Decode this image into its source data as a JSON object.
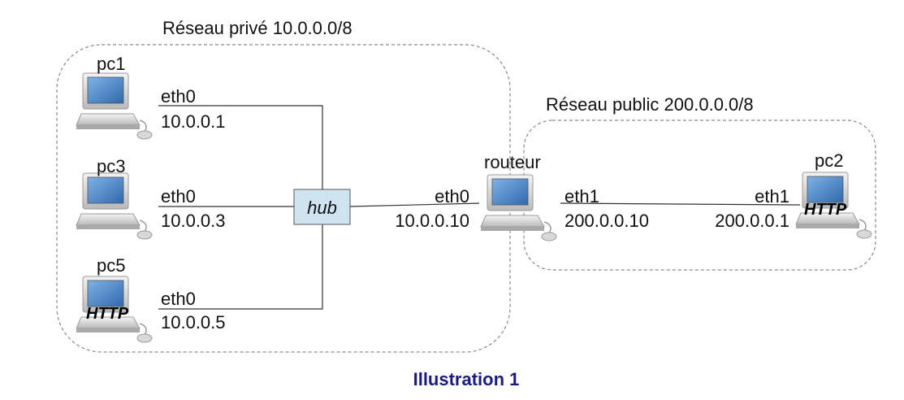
{
  "zones": {
    "private": {
      "label": "Réseau privé 10.0.0.0/8"
    },
    "public": {
      "label": "Réseau public 200.0.0.0/8"
    }
  },
  "hub": {
    "label": "hub"
  },
  "hosts": {
    "pc1": {
      "name": "pc1",
      "iface": "eth0",
      "ip": "10.0.0.1"
    },
    "pc3": {
      "name": "pc3",
      "iface": "eth0",
      "ip": "10.0.0.3"
    },
    "pc5": {
      "name": "pc5",
      "iface": "eth0",
      "ip": "10.0.0.5",
      "service": "HTTP"
    },
    "pc2": {
      "name": "pc2",
      "iface": "eth1",
      "ip": "200.0.0.1",
      "service": "HTTP"
    }
  },
  "router": {
    "name": "routeur",
    "eth0": {
      "iface": "eth0",
      "ip": "10.0.0.10"
    },
    "eth1": {
      "iface": "eth1",
      "ip": "200.0.0.10"
    }
  },
  "caption": {
    "text": "Illustration 1",
    "color": "#1a1a80"
  },
  "colors": {
    "screen": "#3f7fc4",
    "hub_fill": "#cfe3f1",
    "zone_border": "#8a8a8a"
  }
}
